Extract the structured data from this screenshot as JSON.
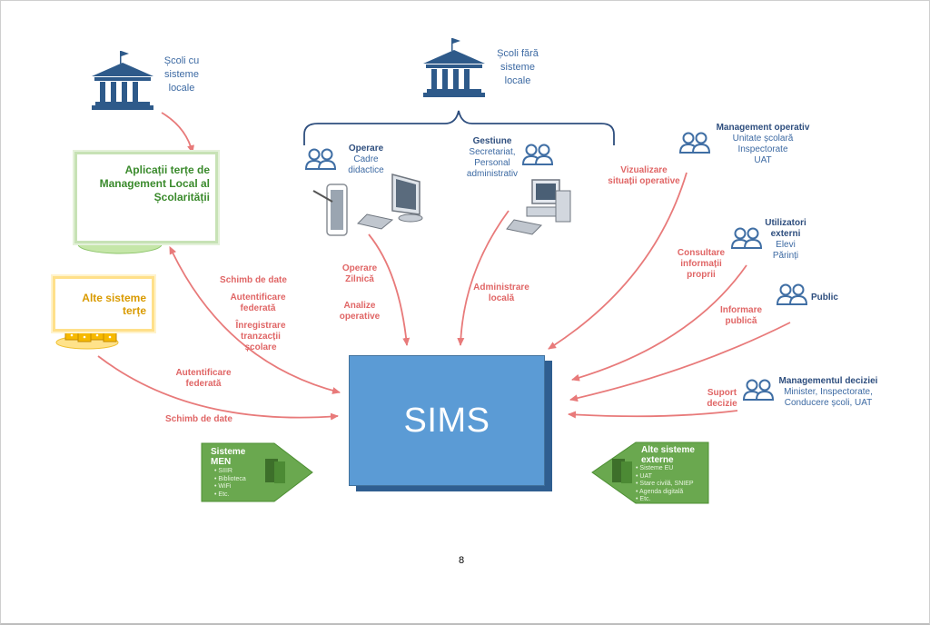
{
  "sims": {
    "label": "SIMS"
  },
  "schools_local": {
    "lines": [
      "Școli cu",
      "sisteme",
      "locale"
    ]
  },
  "schools_no_local": {
    "lines": [
      "Școli fără",
      "sisteme",
      "locale"
    ]
  },
  "third_party_apps": {
    "lines": [
      "Aplicații terțe de",
      "Management Local al",
      "Școlarității"
    ]
  },
  "other_third_party": {
    "lines": [
      "Alte sisteme",
      "terțe"
    ]
  },
  "operare": {
    "title": "Operare",
    "lines": [
      "Cadre",
      "didactice"
    ]
  },
  "gestiune": {
    "title": "Gestiune",
    "lines": [
      "Secretariat,",
      "Personal",
      "administrativ"
    ]
  },
  "management_operativ": {
    "title": "Management operativ",
    "lines": [
      "Unitate școlară",
      "Inspectorate",
      "UAT"
    ]
  },
  "utilizatori_externi": {
    "title_lines": [
      "Utilizatori",
      "externi"
    ],
    "lines": [
      "Elevi",
      "Părinți"
    ]
  },
  "public": {
    "title": "Public"
  },
  "managementul_deciziei": {
    "title": "Managementul deciziei",
    "lines": [
      "Minister, Inspectorate,",
      "Conducere școli, UAT"
    ]
  },
  "flows": {
    "schimb_date_top": [
      "Schimb de date"
    ],
    "autentificare_top": [
      "Autentificare",
      "federată"
    ],
    "inregistrare": [
      "Înregistrare",
      "tranzacții",
      "școlare"
    ],
    "autentificare_bottom": [
      "Autentificare",
      "federată"
    ],
    "schimb_date_bottom": [
      "Schimb de date"
    ],
    "operare_zilnica": [
      "Operare",
      "Zilnică"
    ],
    "analize_operative": [
      "Analize",
      "operative"
    ],
    "administrare_locala": [
      "Administrare",
      "locală"
    ],
    "vizualizare": [
      "Vizualizare",
      "situații operative"
    ],
    "consultare": [
      "Consultare",
      "informații",
      "proprii"
    ],
    "informare_publica": [
      "Informare",
      "publică"
    ],
    "suport_decizie": [
      "Suport",
      "decizie"
    ]
  },
  "sisteme_men": {
    "title_lines": [
      "Sisteme",
      "MEN"
    ],
    "items": [
      "SIIIR",
      "Biblioteca",
      "WiFi",
      "Etc."
    ]
  },
  "alte_sisteme_externe": {
    "title_lines": [
      "Alte sisteme",
      "externe"
    ],
    "items": [
      "Sisteme EU",
      "UAT",
      "Stare civilă, SNIEP",
      "Agenda digitală",
      "Etc."
    ]
  },
  "page_number": "8",
  "colors": {
    "sims_fill": "#5b9bd5",
    "arrow": "#e87a7a",
    "icon_blue": "#3f6ea4",
    "green_tag": "#6aa84f"
  }
}
